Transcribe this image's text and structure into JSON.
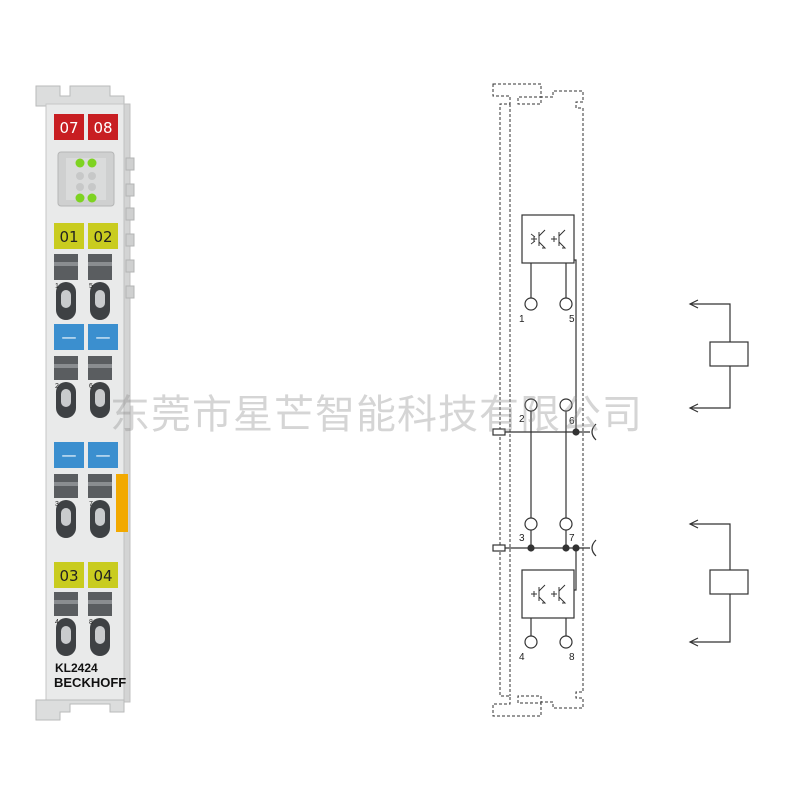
{
  "terminal": {
    "model": "KL2424",
    "brand": "BECKHOFF",
    "top_labels": [
      "07",
      "08"
    ],
    "mid_labels": [
      "01",
      "02"
    ],
    "bot_labels": [
      "03",
      "04"
    ],
    "blue_labels": [
      "—",
      "—",
      "—",
      "—"
    ],
    "contact_numbers": [
      "1",
      "5",
      "2",
      "6",
      "3",
      "7",
      "4",
      "8"
    ]
  },
  "schematic": {
    "terminal_numbers": [
      "1",
      "5",
      "2",
      "6",
      "3",
      "7",
      "4",
      "8"
    ]
  },
  "watermark": "东莞市星芒智能科技有限公司",
  "colors": {
    "red_label": "#c81e22",
    "yellow_label": "#c9cc1f",
    "blue_label": "#3b8fcf",
    "led_green": "#7ed321",
    "orange_tab": "#f2a900",
    "body_grey": "#e9eaea"
  }
}
